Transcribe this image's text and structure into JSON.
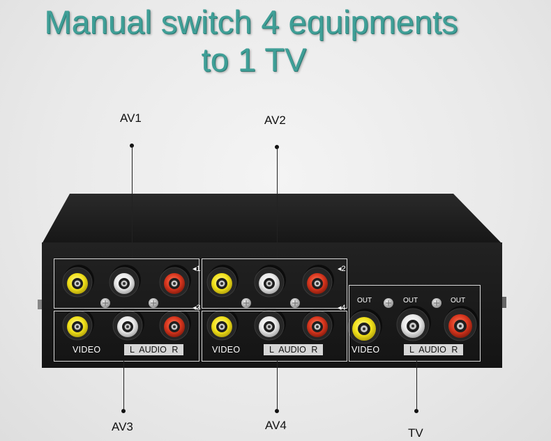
{
  "title": {
    "line1": "Manual switch 4 equipments",
    "line2": "to 1 TV"
  },
  "callouts": {
    "av1": "AV1",
    "av2": "AV2",
    "av3": "AV3",
    "av4": "AV4",
    "tv": "TV"
  },
  "panel": {
    "video": "VIDEO",
    "audio": "L AUDIO R",
    "out": "OUT",
    "port_numbers": [
      "1",
      "2",
      "3",
      "4"
    ]
  },
  "colors": {
    "title": "#3f9f97",
    "device_body": "#1b1b1b",
    "jack_video": "#f2e21a",
    "jack_audio_left": "#f2f2f2",
    "jack_audio_right": "#d8361e"
  }
}
